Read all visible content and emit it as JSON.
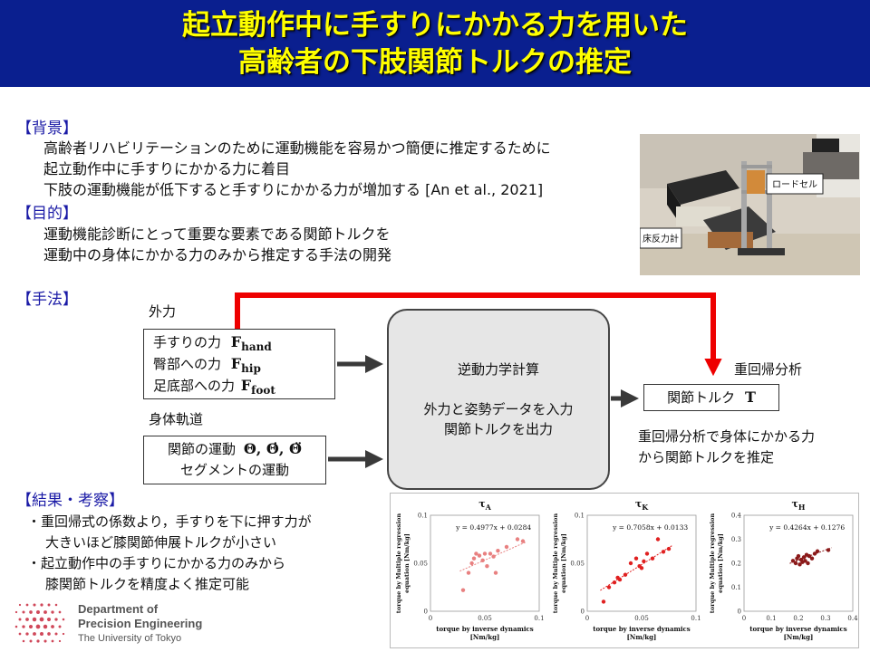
{
  "title": {
    "line1": "起立動作中に手すりにかかる力を用いた",
    "line2": "高齢者の下肢関節トルクの推定"
  },
  "background": {
    "heading": "【背景】",
    "lines": [
      "高齢者リハビリテーションのために運動機能を容易かつ簡便に推定するために",
      "起立動作中に手すりにかかる力に着目",
      "下肢の運動機能が低下すると手すりにかかる力が増加する [An et al., 2021]"
    ]
  },
  "purpose": {
    "heading": "【目的】",
    "lines": [
      "運動機能診断にとって重要な要素である関節トルクを",
      "運動中の身体にかかる力のみから推定する手法の開発"
    ]
  },
  "photo": {
    "label_load_cell": "ロードセル",
    "label_force_plate": "床反力計"
  },
  "method": {
    "heading": "【手法】",
    "external_force_label": "外力",
    "forces": [
      {
        "text": "手すりの力",
        "sym": "F",
        "sub": "hand"
      },
      {
        "text": "臀部への力",
        "sym": "F",
        "sub": "hip"
      },
      {
        "text": "足底部への力",
        "sym": "F",
        "sub": "foot"
      }
    ],
    "trajectory_label": "身体軌道",
    "trajectory_line1": "関節の運動",
    "trajectory_symbols": "Θ, Θ̇, Θ̈",
    "trajectory_line2": "セグメントの運動",
    "process_title": "逆動力学計算",
    "process_line1": "外力と姿勢データを入力",
    "process_line2": "関節トルクを出力",
    "regression_label": "重回帰分析",
    "output_text": "関節トルク",
    "output_sym": "T",
    "regression_note_line1": "重回帰分析で身体にかかる力",
    "regression_note_line2": "から関節トルクを推定"
  },
  "results": {
    "heading": "【結果・考察】",
    "lines": [
      "・重回帰式の係数より，手すりを下に押す力が",
      "大きいほど膝関節伸展トルクが小さい",
      "・起立動作中の手すりにかかる力のみから",
      "膝関節トルクを精度よく推定可能"
    ]
  },
  "logo": {
    "line1": "Department of",
    "line2": "Precision Engineering",
    "line3": "The University of Tokyo"
  },
  "colors": {
    "title_bg": "#0a1f8f",
    "title_text": "#ffff00",
    "heading_text": "#1a1aa6",
    "red_arrow": "#ee0000",
    "chart_A": "#e88080",
    "chart_K": "#e02020",
    "chart_H": "#8b1a1a"
  },
  "chart_data": [
    {
      "type": "scatter",
      "title": "τA",
      "title_main": "τ",
      "title_sub": "A",
      "xlabel": "torque by inverse dynamics [Nm/kg]",
      "xlabel_line1": "torque by inverse dynamics",
      "xlabel_line2": "[Nm/kg]",
      "ylabel": "torque by Multiple regression equation [Nm/kg]",
      "ylabel_line1": "torque by Multiple regression",
      "ylabel_line2": "equation [Nm/kg]",
      "equation": "y = 0.4977x + 0.0284",
      "xlim": [
        0,
        0.1
      ],
      "ylim": [
        0,
        0.1
      ],
      "xticks": [
        "0",
        "0.05",
        "0.1"
      ],
      "yticks": [
        "0",
        "0.05",
        "0.1"
      ],
      "xtick_values": [
        0,
        0.05,
        0.1
      ],
      "ytick_values": [
        0,
        0.05,
        0.1
      ],
      "trend": {
        "slope": 0.4977,
        "intercept": 0.0284
      },
      "color": "#e88080",
      "points": [
        {
          "x": 0.03,
          "y": 0.022
        },
        {
          "x": 0.035,
          "y": 0.04
        },
        {
          "x": 0.038,
          "y": 0.05
        },
        {
          "x": 0.04,
          "y": 0.055
        },
        {
          "x": 0.042,
          "y": 0.06
        },
        {
          "x": 0.045,
          "y": 0.058
        },
        {
          "x": 0.048,
          "y": 0.053
        },
        {
          "x": 0.05,
          "y": 0.06
        },
        {
          "x": 0.052,
          "y": 0.047
        },
        {
          "x": 0.055,
          "y": 0.06
        },
        {
          "x": 0.058,
          "y": 0.057
        },
        {
          "x": 0.06,
          "y": 0.04
        },
        {
          "x": 0.062,
          "y": 0.063
        },
        {
          "x": 0.07,
          "y": 0.067
        },
        {
          "x": 0.08,
          "y": 0.075
        },
        {
          "x": 0.085,
          "y": 0.073
        }
      ]
    },
    {
      "type": "scatter",
      "title": "τK",
      "title_main": "τ",
      "title_sub": "K",
      "xlabel": "torque by inverse dynamics [Nm/kg]",
      "xlabel_line1": "torque by inverse dynamics",
      "xlabel_line2": "[Nm/kg]",
      "ylabel": "torque by Multiple regression equation [Nm/kg]",
      "ylabel_line1": "torque by Multiple regression",
      "ylabel_line2": "equation [Nm/kg]",
      "equation": "y = 0.7058x + 0.0133",
      "xlim": [
        0,
        0.1
      ],
      "ylim": [
        0,
        0.1
      ],
      "xticks": [
        "0",
        "0.05",
        "0.1"
      ],
      "yticks": [
        "0",
        "0.05",
        "0.1"
      ],
      "xtick_values": [
        0,
        0.05,
        0.1
      ],
      "ytick_values": [
        0,
        0.05,
        0.1
      ],
      "trend": {
        "slope": 0.7058,
        "intercept": 0.0133
      },
      "color": "#e02020",
      "points": [
        {
          "x": 0.015,
          "y": 0.01
        },
        {
          "x": 0.02,
          "y": 0.025
        },
        {
          "x": 0.025,
          "y": 0.03
        },
        {
          "x": 0.028,
          "y": 0.035
        },
        {
          "x": 0.03,
          "y": 0.033
        },
        {
          "x": 0.035,
          "y": 0.038
        },
        {
          "x": 0.04,
          "y": 0.05
        },
        {
          "x": 0.045,
          "y": 0.055
        },
        {
          "x": 0.048,
          "y": 0.047
        },
        {
          "x": 0.05,
          "y": 0.045
        },
        {
          "x": 0.052,
          "y": 0.052
        },
        {
          "x": 0.055,
          "y": 0.06
        },
        {
          "x": 0.06,
          "y": 0.055
        },
        {
          "x": 0.065,
          "y": 0.075
        },
        {
          "x": 0.07,
          "y": 0.062
        },
        {
          "x": 0.075,
          "y": 0.065
        }
      ]
    },
    {
      "type": "scatter",
      "title": "τH",
      "title_main": "τ",
      "title_sub": "H",
      "xlabel": "torque by inverse dynamics [Nm/kg]",
      "xlabel_line1": "torque by inverse dynamics",
      "xlabel_line2": "[Nm/kg]",
      "ylabel": "torque by Multiple regression equation [Nm/kg]",
      "ylabel_line1": "torque by Multiple regression",
      "ylabel_line2": "equation [Nm/kg]",
      "equation": "y = 0.4264x + 0.1276",
      "xlim": [
        0,
        0.4
      ],
      "ylim": [
        0,
        0.4
      ],
      "xticks": [
        "0",
        "0.1",
        "0.2",
        "0.3",
        "0.4"
      ],
      "yticks": [
        "0",
        "0.1",
        "0.2",
        "0.3",
        "0.4"
      ],
      "xtick_values": [
        0,
        0.1,
        0.2,
        0.3,
        0.4
      ],
      "ytick_values": [
        0,
        0.1,
        0.2,
        0.3,
        0.4
      ],
      "trend": {
        "slope": 0.4264,
        "intercept": 0.1276
      },
      "color": "#8b1a1a",
      "points": [
        {
          "x": 0.18,
          "y": 0.21
        },
        {
          "x": 0.19,
          "y": 0.2
        },
        {
          "x": 0.195,
          "y": 0.22
        },
        {
          "x": 0.2,
          "y": 0.23
        },
        {
          "x": 0.205,
          "y": 0.195
        },
        {
          "x": 0.21,
          "y": 0.215
        },
        {
          "x": 0.215,
          "y": 0.205
        },
        {
          "x": 0.22,
          "y": 0.225
        },
        {
          "x": 0.225,
          "y": 0.21
        },
        {
          "x": 0.23,
          "y": 0.235
        },
        {
          "x": 0.235,
          "y": 0.2
        },
        {
          "x": 0.24,
          "y": 0.23
        },
        {
          "x": 0.25,
          "y": 0.22
        },
        {
          "x": 0.26,
          "y": 0.24
        },
        {
          "x": 0.27,
          "y": 0.25
        },
        {
          "x": 0.31,
          "y": 0.255
        }
      ]
    }
  ]
}
